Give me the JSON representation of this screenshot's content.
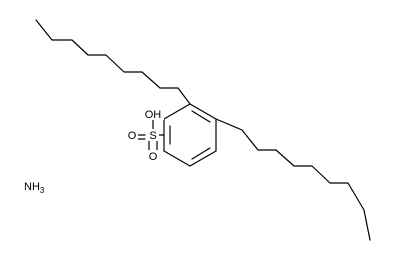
{
  "molecule": {
    "atoms": {
      "sulfur": "S",
      "oxygen_1": "O",
      "oxygen_2": "O",
      "hydroxyl": "OH"
    },
    "counterion": {
      "element": "NH",
      "subscript": "3"
    }
  },
  "colors": {
    "bond": "#000000",
    "background": "#ffffff"
  }
}
